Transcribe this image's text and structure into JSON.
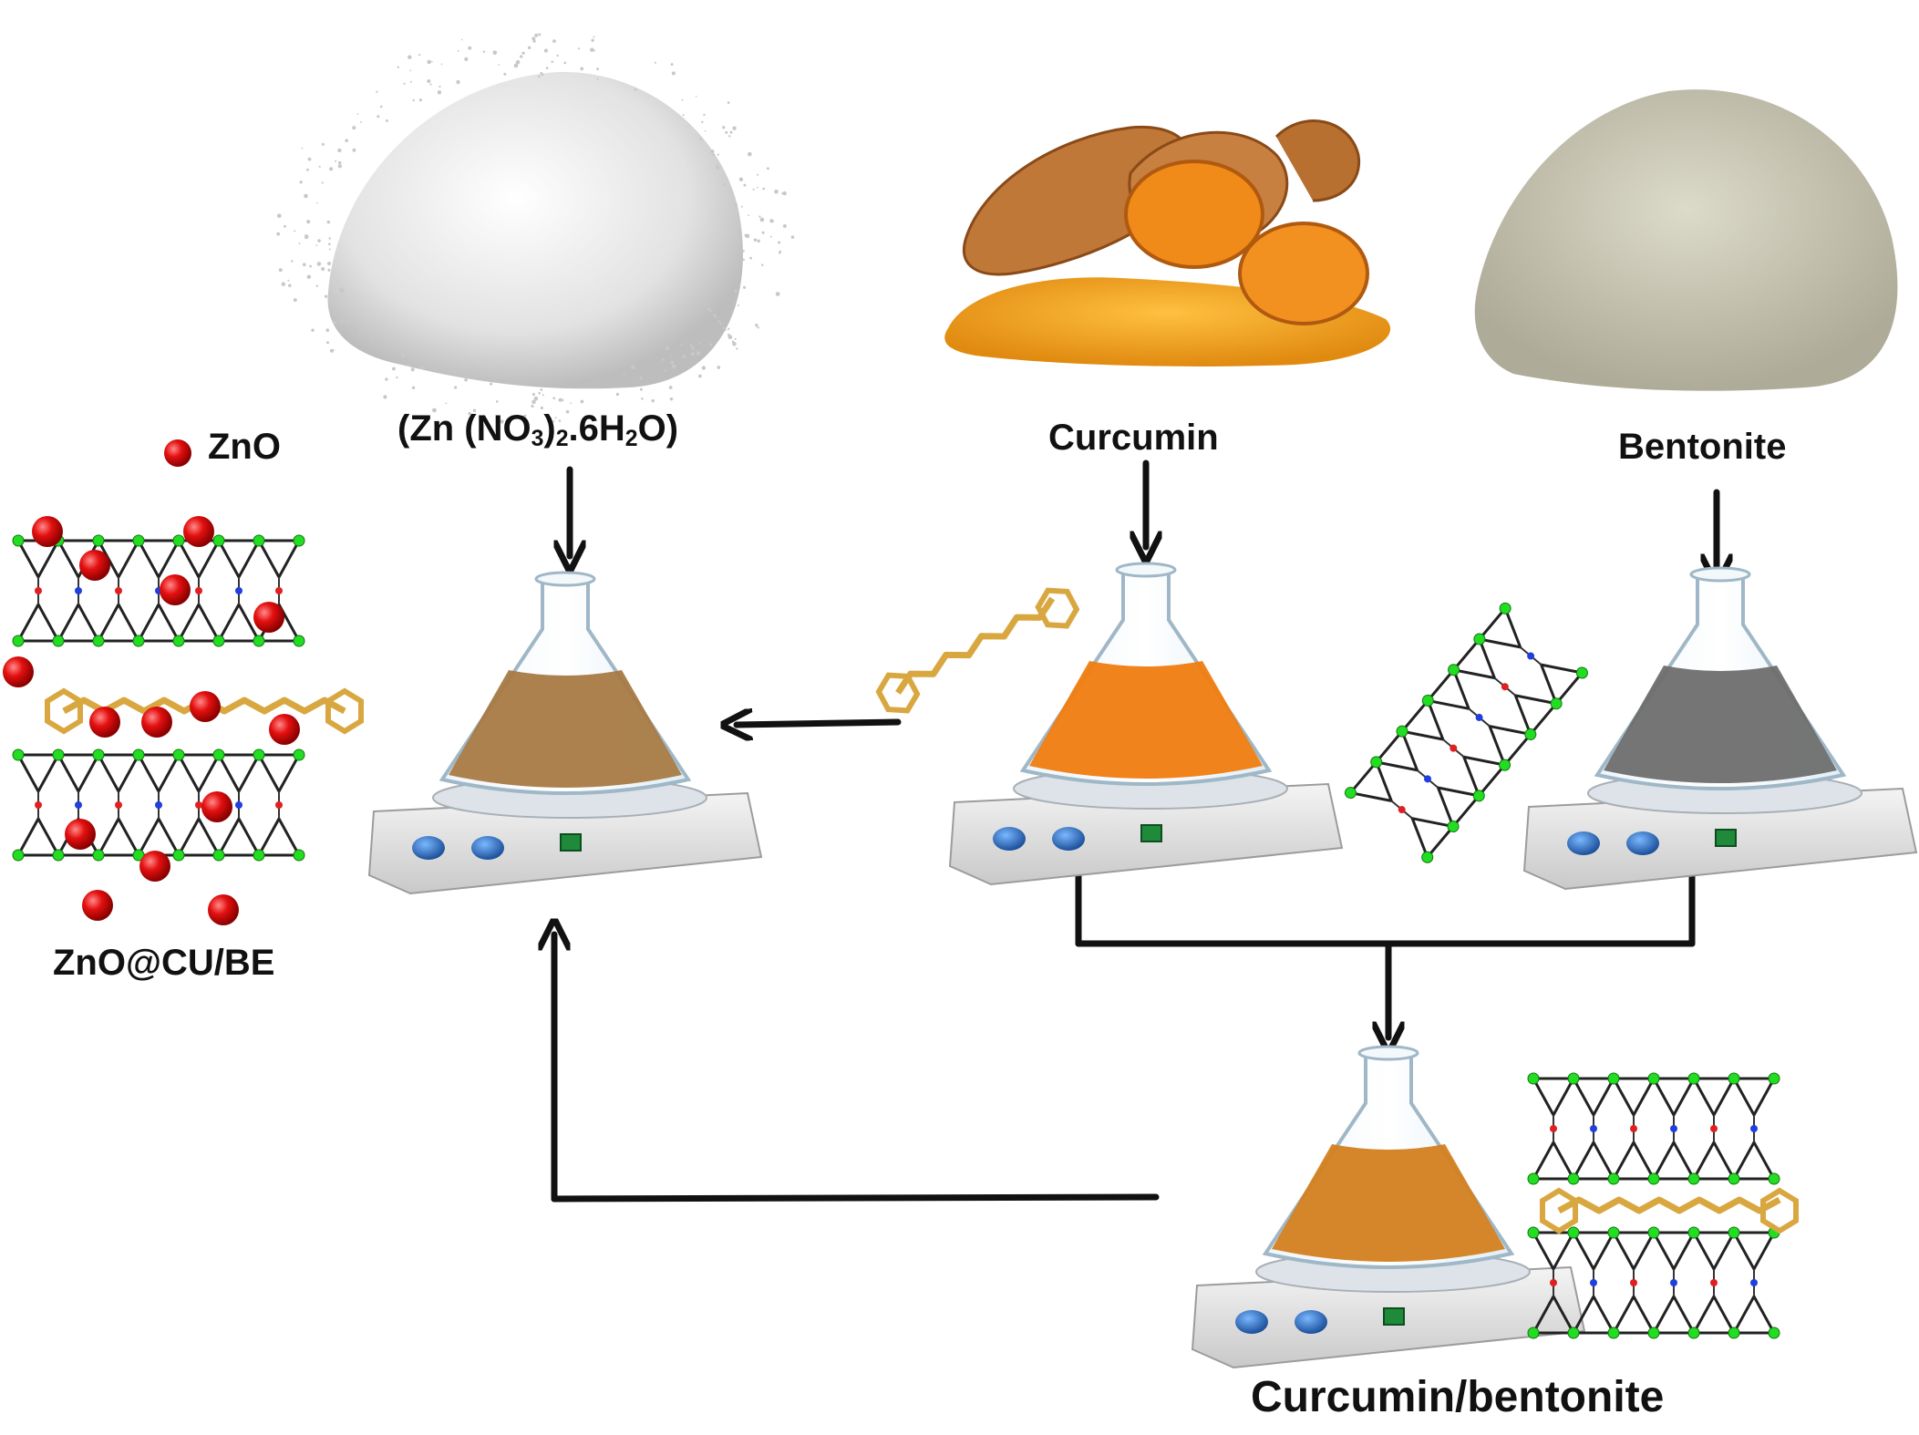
{
  "labels": {
    "zinc_nitrate": {
      "pre": "(Zn (NO",
      "sub1": "3",
      "mid": ")",
      "sub2": "2",
      "post1": ".6H",
      "sub3": "2",
      "post2": "O)"
    },
    "curcumin": "Curcumin",
    "bentonite": "Bentonite",
    "legend_zno": "ZnO",
    "product": "ZnO@CU/BE",
    "intermediate": "Curcumin/bentonite"
  },
  "colors": {
    "arrow": "#111111",
    "zinc_flask_liquid": "#a87a45",
    "curcumin_flask_liquid": "#f07c10",
    "bentonite_flask_liquid": "#6e6e6e",
    "mix_flask_liquid": "#d4801f",
    "zno_sphere": "#e41010",
    "clay_node": "#22dd22",
    "curcumin_molecule": "#d9a740",
    "turmeric_powder": "#f0a020",
    "bentonite_powder": "#c9c6b4",
    "zinc_powder": "#e6e6e6"
  },
  "icons": [
    "white-powder-pile",
    "turmeric-root-and-powder",
    "bentonite-powder-pile",
    "erlenmeyer-flask",
    "magnetic-stirrer-hotplate",
    "clay-layer-structure",
    "curcumin-molecule",
    "zno-sphere"
  ]
}
